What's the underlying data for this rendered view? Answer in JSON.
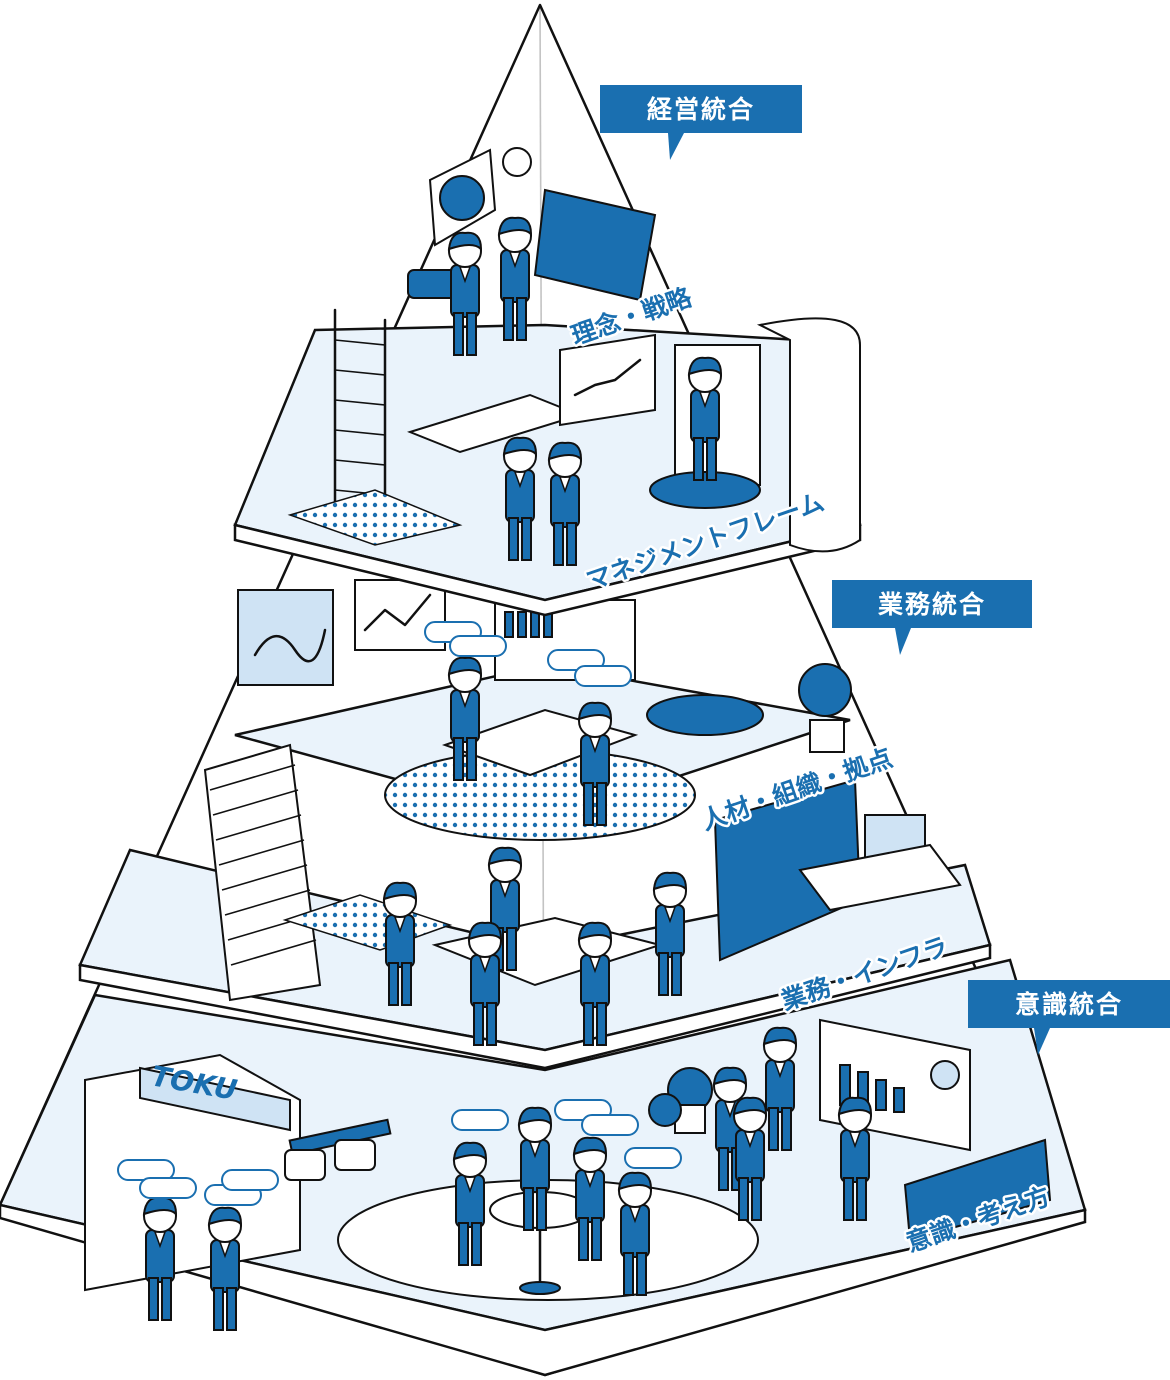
{
  "categories": [
    {
      "tag": "経営統合",
      "labels": [
        "理念・戦略",
        "マネジメントフレーム"
      ]
    },
    {
      "tag": "業務統合",
      "labels": [
        "人材・組織・拠点",
        "業務・インフラ"
      ]
    },
    {
      "tag": "意識統合",
      "labels": [
        "意識・考え方"
      ]
    }
  ],
  "signage": {
    "booth_logo": "TOKU"
  },
  "colors": {
    "accent": "#1a6fb0",
    "floor_tint": "#eaf3fb",
    "line": "#111111"
  }
}
